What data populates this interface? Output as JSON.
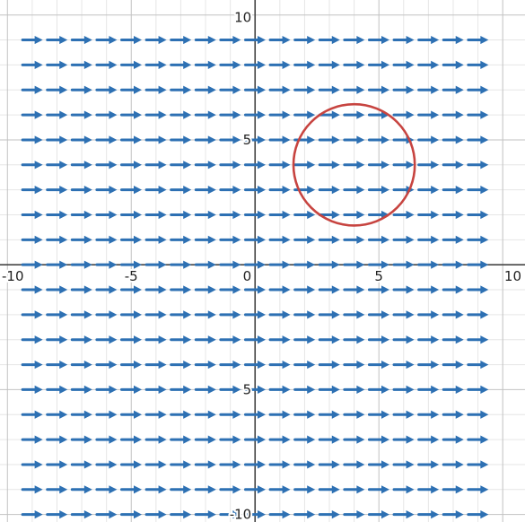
{
  "chart_data": {
    "type": "vector-field",
    "title": "",
    "xlabel": "",
    "ylabel": "",
    "xlim": [
      -10.3,
      10.9
    ],
    "ylim": [
      -10.3,
      10.6
    ],
    "grid": true,
    "minor_step": 1,
    "major_step": 5,
    "x_ticks": [
      {
        "value": -10,
        "label": "-10"
      },
      {
        "value": -5,
        "label": "-5"
      },
      {
        "value": 0,
        "label": "0"
      },
      {
        "value": 5,
        "label": "5"
      },
      {
        "value": 10,
        "label": "10"
      }
    ],
    "y_ticks": [
      {
        "value": 10,
        "label": "10"
      },
      {
        "value": 5,
        "label": "5"
      },
      {
        "value": -5,
        "label": "5"
      },
      {
        "value": -10,
        "label": "-10"
      }
    ],
    "vector_field": {
      "expression": "F(x, y) = (1, 0)",
      "x_range": [
        -9,
        9
      ],
      "y_range": [
        -10,
        9
      ],
      "spacing": 1,
      "direction": [
        1,
        0
      ],
      "arrow_color": "#2d70b3"
    },
    "circle": {
      "center": [
        4,
        4
      ],
      "radius": 2.45,
      "color": "#c74440"
    },
    "colors": {
      "grid_minor": "#e6e6e6",
      "grid_major": "#c2c2c2",
      "axis": "#444444"
    }
  }
}
